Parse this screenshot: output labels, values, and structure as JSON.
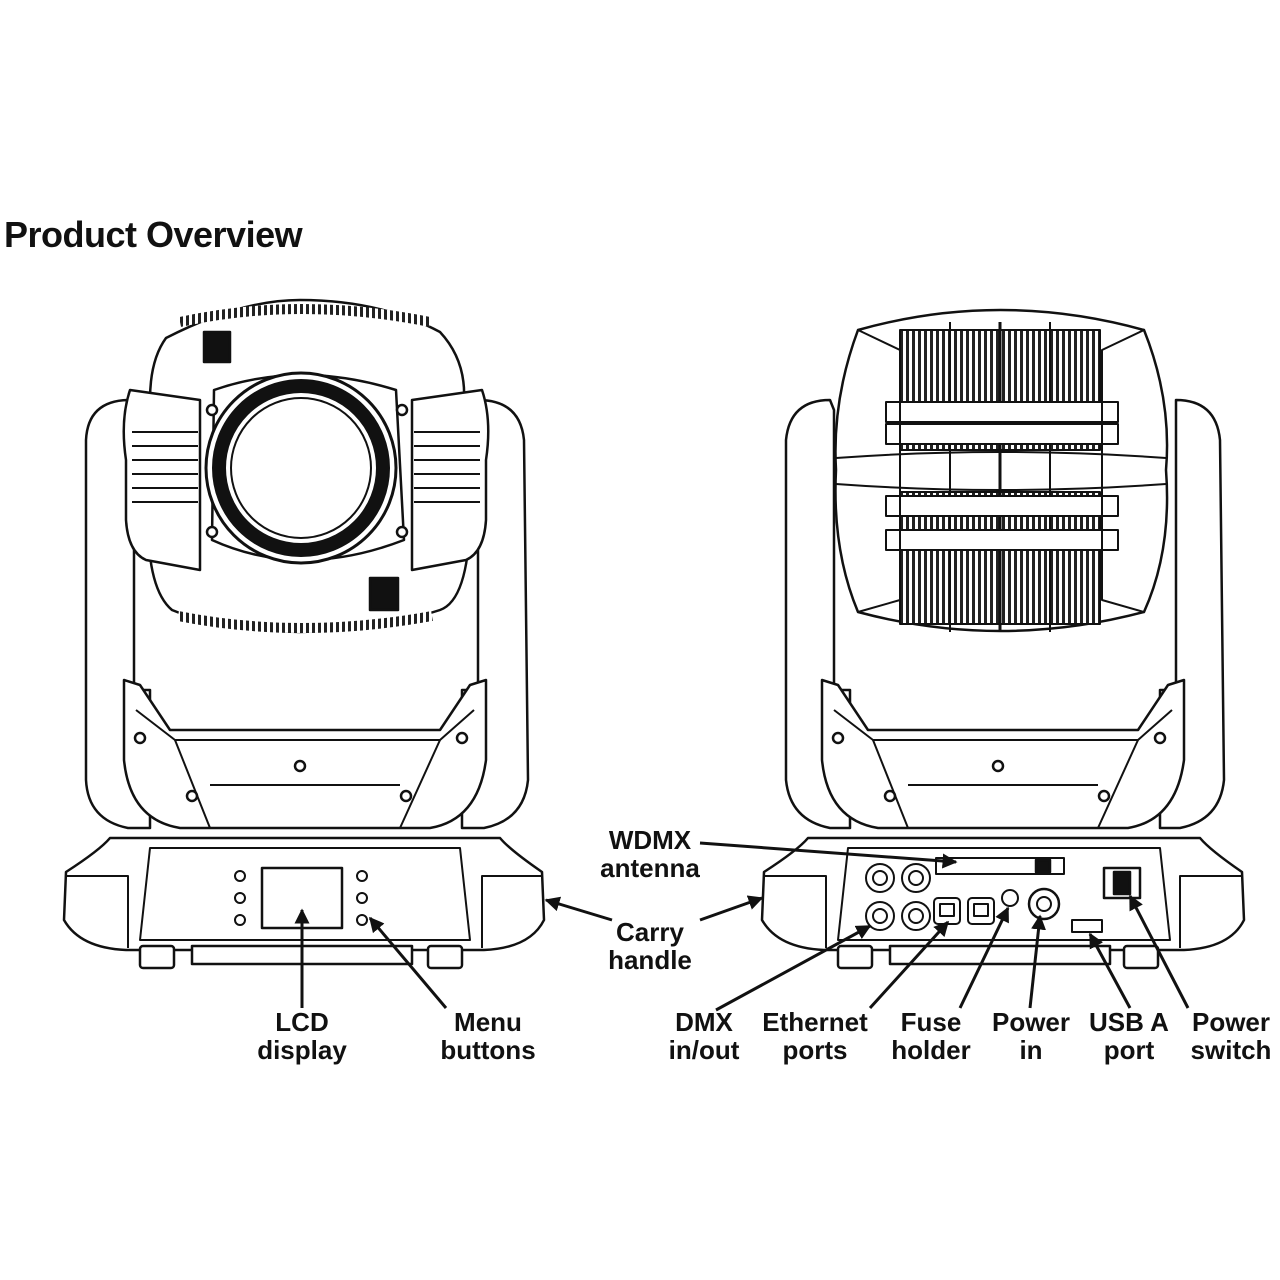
{
  "title": "Product Overview",
  "colors": {
    "ink": "#111111",
    "background": "#ffffff"
  },
  "labels": {
    "wdmx": [
      "WDMX",
      "antenna"
    ],
    "carry": [
      "Carry",
      "handle"
    ],
    "lcd": [
      "LCD",
      "display"
    ],
    "menu": [
      "Menu",
      "buttons"
    ],
    "dmx": [
      "DMX",
      "in/out"
    ],
    "ethernet": [
      "Ethernet",
      "ports"
    ],
    "fuse": [
      "Fuse",
      "holder"
    ],
    "power_in": [
      "Power",
      "in"
    ],
    "usb": [
      "USB A",
      "port"
    ],
    "power_switch": [
      "Power",
      "switch"
    ]
  }
}
